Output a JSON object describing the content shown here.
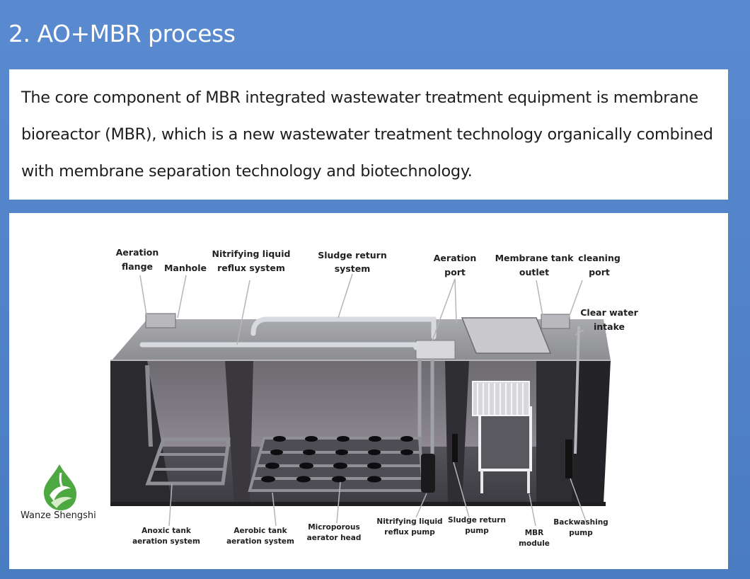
{
  "header": {
    "title": "2. AO+MBR process"
  },
  "intro": {
    "text": "The core component of MBR integrated wastewater treatment equipment is membrane bioreactor (MBR), which is a new wastewater treatment technology organically combined with membrane separation technology and biotechnology."
  },
  "diagram": {
    "top_labels": {
      "aeration_flange_1": "Aeration",
      "aeration_flange_2": "flange",
      "manhole": "Manhole",
      "nitrifying_reflux_1": "Nitrifying liquid",
      "nitrifying_reflux_2": "reflux system",
      "sludge_return_1": "Sludge return",
      "sludge_return_2": "system",
      "aeration_port_1": "Aeration",
      "aeration_port_2": "port",
      "membrane_outlet_1": "Membrane tank",
      "membrane_outlet_2": "outlet",
      "cleaning_port_1": "cleaning",
      "cleaning_port_2": "port",
      "clear_water_1": "Clear water",
      "clear_water_2": "intake"
    },
    "bottom_labels": {
      "anoxic_1": "Anoxic tank",
      "anoxic_2": "aeration system",
      "aerobic_1": "Aerobic tank",
      "aerobic_2": "aeration system",
      "micro_1": "Microporous",
      "micro_2": "aerator head",
      "nitri_pump_1": "Nitrifying liquid",
      "nitri_pump_2": "reflux pump",
      "sludge_pump_1": "Sludge return",
      "sludge_pump_2": "pump",
      "mbr_1": "MBR",
      "mbr_2": "module",
      "backwash_1": "Backwashing",
      "backwash_2": "pump"
    }
  },
  "logo": {
    "name": "Wanze Shengshi",
    "color": "#3a9a3a"
  }
}
